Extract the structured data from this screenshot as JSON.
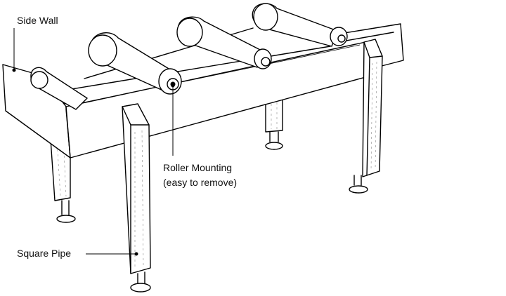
{
  "labels": {
    "side_wall": "Side Wall",
    "roller_mounting_line1": "Roller Mounting",
    "roller_mounting_line2": "(easy to remove)",
    "square_pipe": "Square Pipe"
  }
}
